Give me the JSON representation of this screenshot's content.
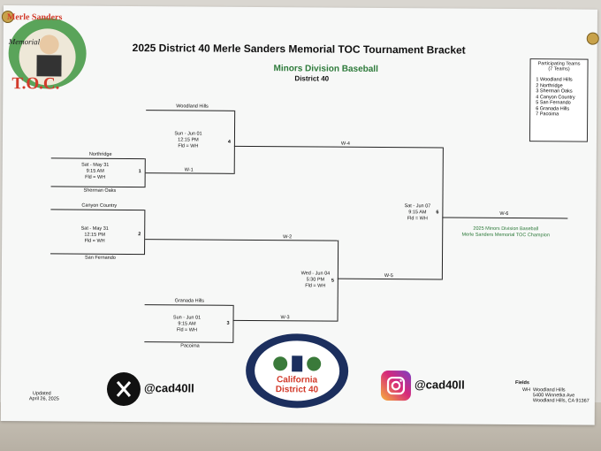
{
  "header": {
    "title": "2025 District 40 Merle Sanders Memorial TOC Tournament Bracket",
    "subtitle": "Minors Division Baseball",
    "district": "District 40"
  },
  "logo": {
    "line1": "Merle Sanders",
    "line2": "Memorial",
    "line3": "T.O.C."
  },
  "teams_box": {
    "title": "Participating Teams",
    "count": "(7 Teams)",
    "teams": [
      "1 Woodland Hills",
      "2 Northridge",
      "3 Sherman Oaks",
      "4 Canyon Country",
      "5 San Fernando",
      "6 Granada Hills",
      "7 Pacoima"
    ]
  },
  "bracket": {
    "g1": {
      "team_top": "Northridge",
      "team_bottom": "Sherman Oaks",
      "day": "Sat - May 31",
      "time": "9:15 AM",
      "field": "Fld = WH",
      "num": "1"
    },
    "g2": {
      "team_top": "Canyon Country",
      "team_bottom": "San Fernando",
      "day": "Sat - May 31",
      "time": "12:15 PM",
      "field": "Fld = WH",
      "num": "2"
    },
    "g3": {
      "team_top": "Granada Hills",
      "team_bottom": "Pacoima",
      "day": "Sun - Jun 01",
      "time": "9:15 AM",
      "field": "Fld = WH",
      "num": "3"
    },
    "g4": {
      "team_top": "Woodland Hills",
      "team_bottom": "W-1",
      "day": "Sun - Jun 01",
      "time": "12:15 PM",
      "field": "Fld = WH",
      "num": "4"
    },
    "g5": {
      "team_top": "W-2",
      "team_bottom": "W-3",
      "day": "Wed - Jun 04",
      "time": "5:30 PM",
      "field": "Fld = WH",
      "num": "5"
    },
    "g6": {
      "team_top": "W-4",
      "team_bottom": "W-5",
      "day": "Sat - Jun 07",
      "time": "9:15 AM",
      "field": "Fld = WH",
      "num": "6"
    },
    "final": {
      "label": "W-6",
      "champ1": "2025 Minors Division Baseball",
      "champ2": "Merle Sanders Memorial TOC Champion"
    }
  },
  "footer": {
    "updated_label": "Updated",
    "updated_date": "April 26, 2025",
    "x_handle": "@cad40ll",
    "ig_handle": "@cad40ll",
    "badge_line1": "California",
    "badge_line2": "District 40",
    "fields_title": "Fields",
    "fields_code": "WH",
    "fields_name": "Woodland Hills",
    "fields_addr1": "5400 Winnetka Ave",
    "fields_addr2": "Woodland Hills, CA 91367"
  },
  "colors": {
    "green": "#2d7a3a",
    "red": "#d23a2a",
    "ig_grad": "#d6297a"
  }
}
